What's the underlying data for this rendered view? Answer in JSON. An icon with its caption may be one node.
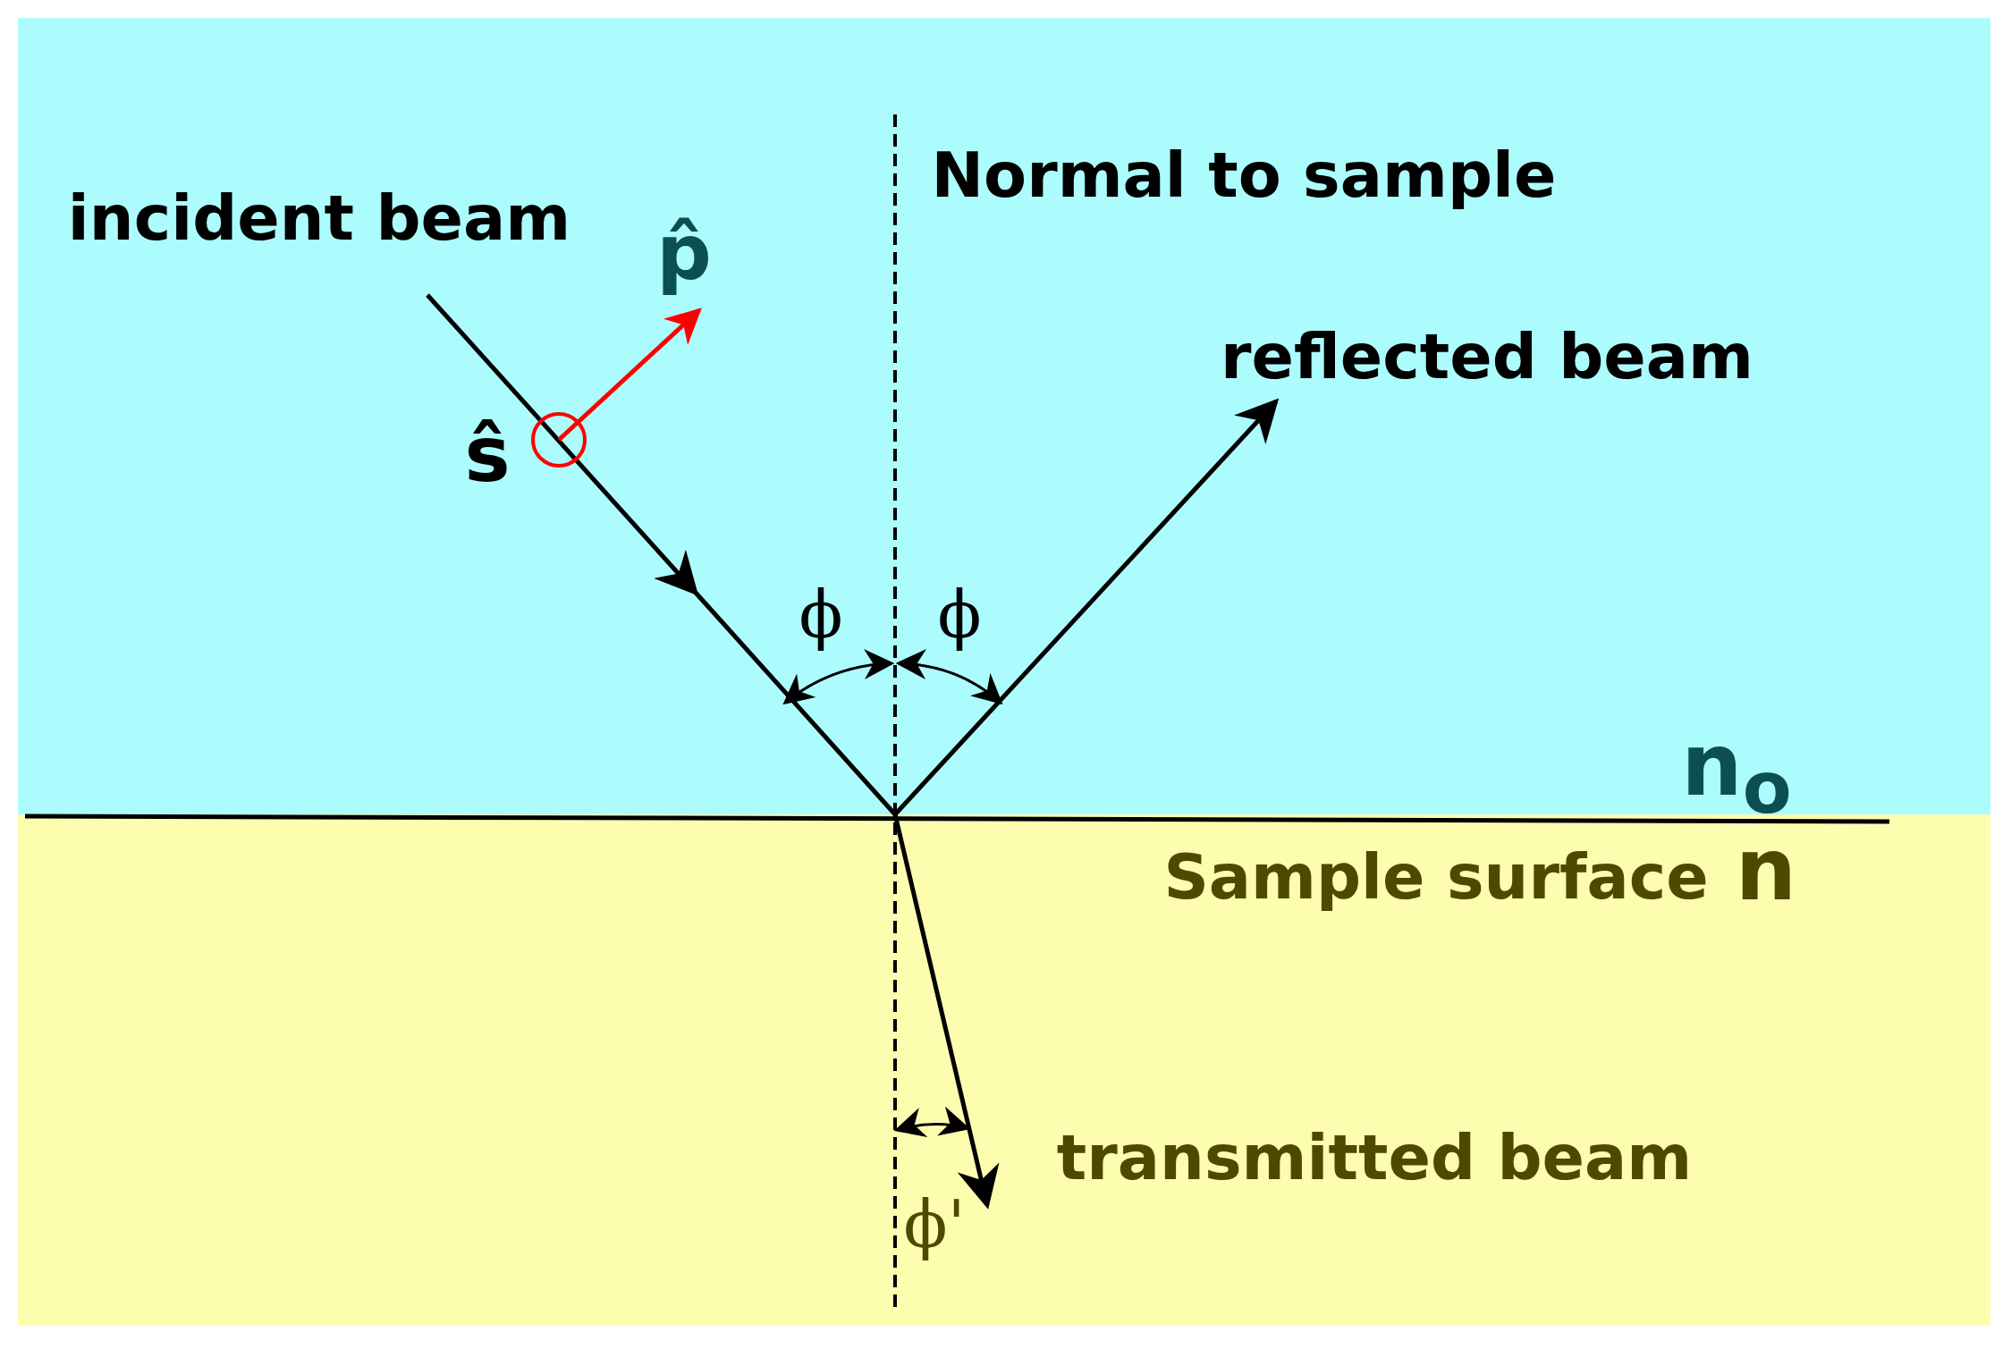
{
  "diagram": {
    "labels": [
      "incident beam",
      "p̂",
      "ŝ",
      "Normal to sample",
      "reflected beam",
      "ϕ",
      "ϕ",
      "n$_{o}$",
      "Sample surface",
      "n",
      "transmitted beam",
      "ϕ'"
    ]
  }
}
